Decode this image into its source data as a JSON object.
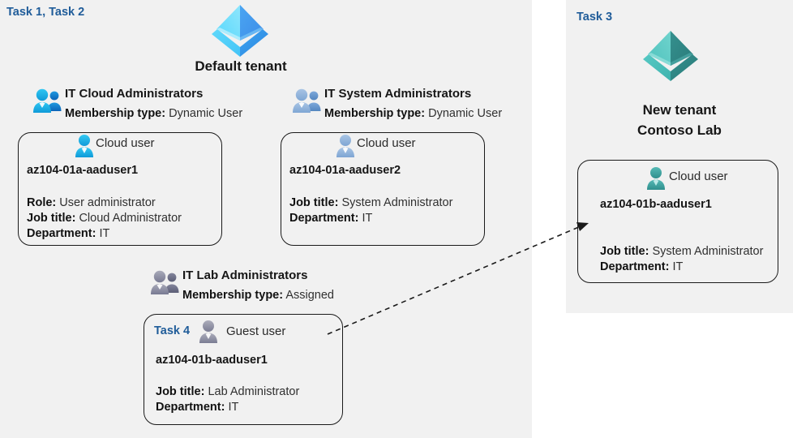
{
  "panels": {
    "default": {
      "task_label": "Task 1, Task 2",
      "tenant_name": "Default tenant",
      "tenant_icon": "azure-ad-pyramid-icon-blue"
    },
    "new": {
      "task_label": "Task 3",
      "tenant_name_line1": "New  tenant",
      "tenant_name_line2": "Contoso Lab",
      "tenant_icon": "azure-ad-pyramid-icon-teal"
    }
  },
  "groups": [
    {
      "id": "it-cloud-administrators",
      "name": "IT Cloud Administrators",
      "membership_label": "Membership type:",
      "membership_value": "Dynamic User",
      "icon": "group-users-icon-cyan"
    },
    {
      "id": "it-system-administrators",
      "name": "IT System Administrators",
      "membership_label": "Membership type:",
      "membership_value": "Dynamic User",
      "icon": "group-users-icon-blue"
    },
    {
      "id": "it-lab-administrators",
      "name": "IT Lab Administrators",
      "membership_label": "Membership type:",
      "membership_value": "Assigned",
      "icon": "group-users-icon-gray"
    }
  ],
  "users": [
    {
      "id": "az104-01a-aaduser1",
      "task": null,
      "user_type": "Cloud user",
      "icon": "user-icon-cyan",
      "username": "az104-01a-aaduser1",
      "attrs": [
        {
          "label": "Role:",
          "value": "User administrator"
        },
        {
          "label": "Job title:",
          "value": "Cloud Administrator"
        },
        {
          "label": "Department:",
          "value": "IT"
        }
      ]
    },
    {
      "id": "az104-01a-aaduser2",
      "task": null,
      "user_type": "Cloud user",
      "icon": "user-icon-blue",
      "username": "az104-01a-aaduser2",
      "attrs": [
        {
          "label": "Job title:",
          "value": "System Administrator"
        },
        {
          "label": "Department:",
          "value": "IT"
        }
      ]
    },
    {
      "id": "az104-01b-aaduser1-guest",
      "task": "Task 4",
      "user_type": "Guest user",
      "icon": "user-icon-gray",
      "username": "az104-01b-aaduser1",
      "attrs": [
        {
          "label": "Job title:",
          "value": "Lab Administrator"
        },
        {
          "label": "Department:",
          "value": "IT"
        }
      ]
    },
    {
      "id": "az104-01b-aaduser1-cloud",
      "task": null,
      "user_type": "Cloud user",
      "icon": "user-icon-teal",
      "username": "az104-01b-aaduser1",
      "attrs": [
        {
          "label": "Job title:",
          "value": "System Administrator"
        },
        {
          "label": "Department:",
          "value": "IT"
        }
      ]
    }
  ],
  "connector": {
    "name": "guest-to-cloud-user-arrow",
    "style": "dashed",
    "color": "#1a1a1a"
  },
  "colors": {
    "panel_background": "#f1f1f1",
    "page_background": "#ffffff",
    "task_accent": "#1f5c99",
    "text_primary": "#161616",
    "text_secondary": "#303030",
    "outline": "#1a1a1a",
    "tenant_blue": "#3fb7f0",
    "tenant_teal": "#3fa9a5",
    "group_cyan": "#22b6e8",
    "group_blue": "#8aafd8",
    "group_gray": "#8d8fa3"
  }
}
